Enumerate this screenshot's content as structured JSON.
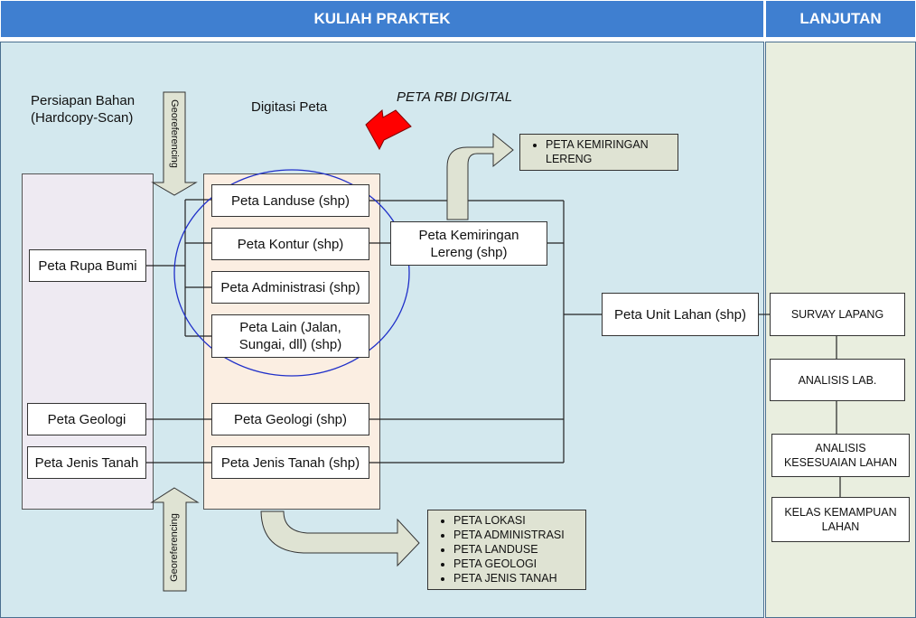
{
  "header": {
    "left_title": "KULIAH PRAKTEK",
    "right_title": "LANJUTAN"
  },
  "labels": {
    "persiapan_line1": "Persiapan Bahan",
    "persiapan_line2": "(Hardcopy-Scan)",
    "digitasi": "Digitasi Peta",
    "peta_rbi": "PETA RBI DIGITAL",
    "georef_top": "Georeferencing",
    "georef_bottom": "Georeferencing"
  },
  "source_maps": {
    "rupa_bumi": "Peta Rupa Bumi",
    "geologi": "Peta Geologi",
    "jenis_tanah": "Peta Jenis Tanah"
  },
  "digital_maps": {
    "landuse": "Peta Landuse (shp)",
    "kontur": "Peta Kontur (shp)",
    "administrasi": "Peta Administrasi (shp)",
    "lain_line1": "Peta Lain (Jalan,",
    "lain_line2": "Sungai, dll) (shp)",
    "geologi": "Peta Geologi (shp)",
    "jenis_tanah": "Peta Jenis Tanah (shp)"
  },
  "derived": {
    "kemiringan_line1": "Peta Kemiringan",
    "kemiringan_line2": "Lereng (shp)",
    "unit_lahan": "Peta Unit Lahan (shp)"
  },
  "outputs_top": [
    "PETA KEMIRINGAN LERENG"
  ],
  "outputs_bottom": [
    "PETA LOKASI",
    "PETA ADMINISTRASI",
    "PETA LANDUSE",
    "PETA GEOLOGI",
    "PETA JENIS TANAH"
  ],
  "lanjutan": {
    "survay": "SURVAY LAPANG",
    "analisis_lab": "ANALISIS LAB.",
    "kesesuaian_line1": "ANALISIS",
    "kesesuaian_line2": "KESESUAIAN LAHAN",
    "kemampuan_line1": "KELAS KEMAMPUAN",
    "kemampuan_line2": "LAHAN"
  },
  "colors": {
    "header_bg": "#3f7fd0",
    "left_panel_bg": "#d3e8ee",
    "right_panel_bg": "#e9eedf",
    "source_column_bg": "#eeeaf2",
    "digital_column_bg": "#fbeee2",
    "arrow_fill": "#dfe3d3",
    "highlight_arrow": "#ff0000",
    "circle_stroke": "#1f2fc9"
  }
}
